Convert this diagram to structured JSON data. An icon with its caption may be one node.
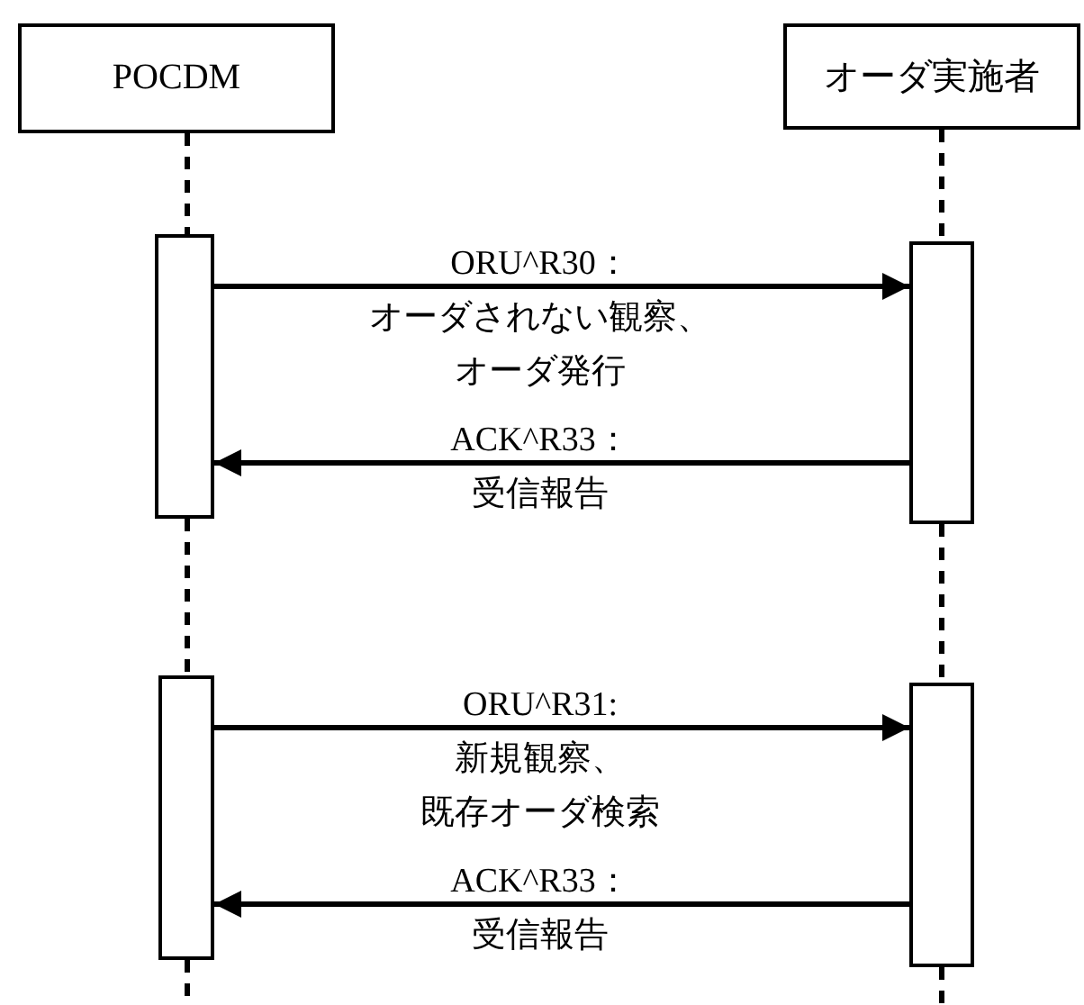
{
  "diagram": {
    "nodes": [
      {
        "text": [
          "POCDM"
        ]
      },
      {
        "text": [
          "オーダ実施者"
        ]
      },
      {
        "text": [],
        "shape": "bar"
      },
      {
        "text": [],
        "shape": "bar"
      },
      {
        "text": [],
        "shape": "bar"
      },
      {
        "text": [],
        "shape": "bar"
      }
    ],
    "edges": [
      {
        "from": 0,
        "to": 2,
        "arrow": "none",
        "style": "dashed"
      },
      {
        "from": 1,
        "to": 3,
        "arrow": "none",
        "style": "dashed"
      },
      {
        "from": 2,
        "to": 3,
        "arrow": "to",
        "label": "ORU^R30：オーダされない観察、オーダ発行"
      },
      {
        "from": 3,
        "to": 2,
        "arrow": "to",
        "label": "ACK^R33：受信報告"
      },
      {
        "from": 2,
        "to": 4,
        "arrow": "none",
        "style": "dashed"
      },
      {
        "from": 3,
        "to": 5,
        "arrow": "none",
        "style": "dashed"
      },
      {
        "from": 4,
        "to": 5,
        "arrow": "to",
        "label": "ORU^R31:新規観察、既存オーダ検索"
      },
      {
        "from": 5,
        "to": 4,
        "arrow": "to",
        "label": "ACK^R33：受信報告"
      },
      {
        "from": 4,
        "to": null,
        "arrow": "none",
        "style": "dashed"
      },
      {
        "from": 5,
        "to": null,
        "arrow": "none",
        "style": "dashed"
      }
    ]
  }
}
